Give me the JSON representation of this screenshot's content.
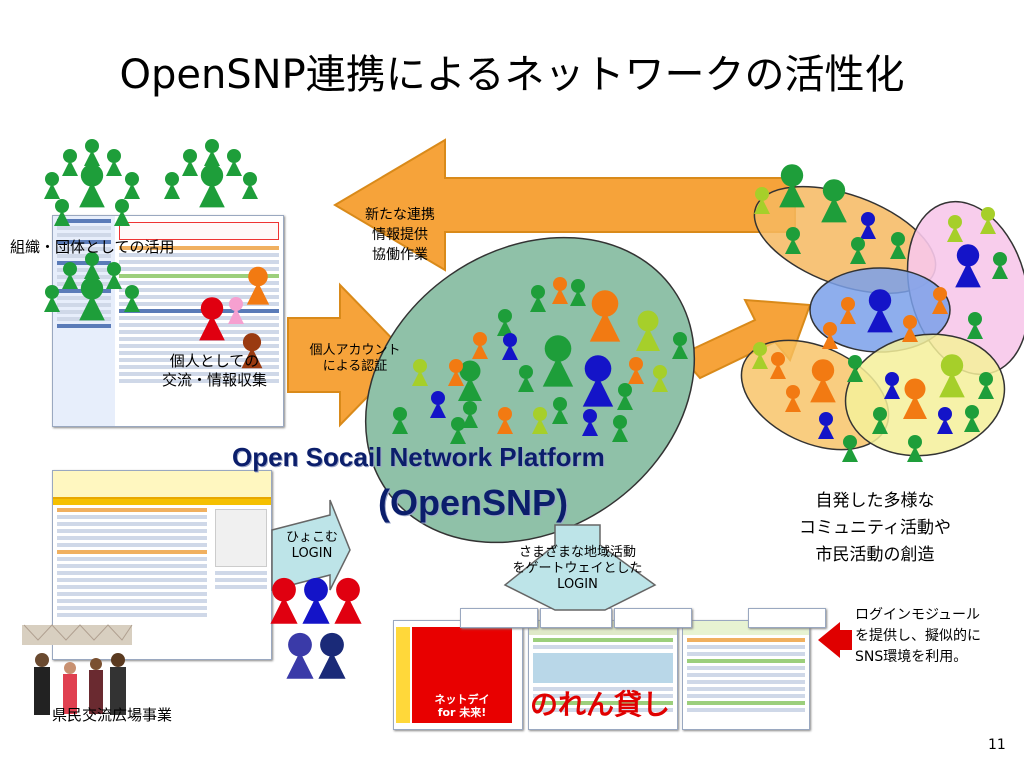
{
  "slide": {
    "title": "OpenSNP連携によるネットワークの活性化",
    "page_number": "11"
  },
  "labels": {
    "org_use": "組織・団体としての活用",
    "personal_line1": "個人としての",
    "personal_line2": "交流・情報収集",
    "arrow_top_line1": "新たな連携",
    "arrow_top_line2": "情報提供",
    "arrow_top_line3": "協働作業",
    "auth_line1": "個人アカウント",
    "auth_line2": "による認証",
    "platform_line1": "Open Socail Network Platform",
    "platform_line2": "(OpenSNP)",
    "community_line1": "自発した多様な",
    "community_line2": "コミュニティ活動や",
    "community_line3": "市民活動の創造",
    "hiyokomu_line1": "ひょこむ",
    "hiyokomu_line2": "LOGIN",
    "gateway_line1": "さまざまな地域活動",
    "gateway_line2": "をゲートウェイとした",
    "gateway_line3": "LOGIN",
    "module_line1": "ログインモジュール",
    "module_line2": "を提供し、擬似的に",
    "module_line3": "SNS環境を利用。",
    "noren": "のれん貸し",
    "plaza": "県民交流広場事業",
    "banner_line1": "ネットデイ",
    "banner_line2": "for 未来!"
  },
  "colors": {
    "green": "#1e9e3a",
    "lime": "#a6cf2a",
    "orange": "#f27a12",
    "blue": "#1414c8",
    "red": "#e00010",
    "navy": "#1a2a78",
    "ellipse_fill": "#8fc1a8",
    "arrow_orange": "#f6a33a"
  }
}
